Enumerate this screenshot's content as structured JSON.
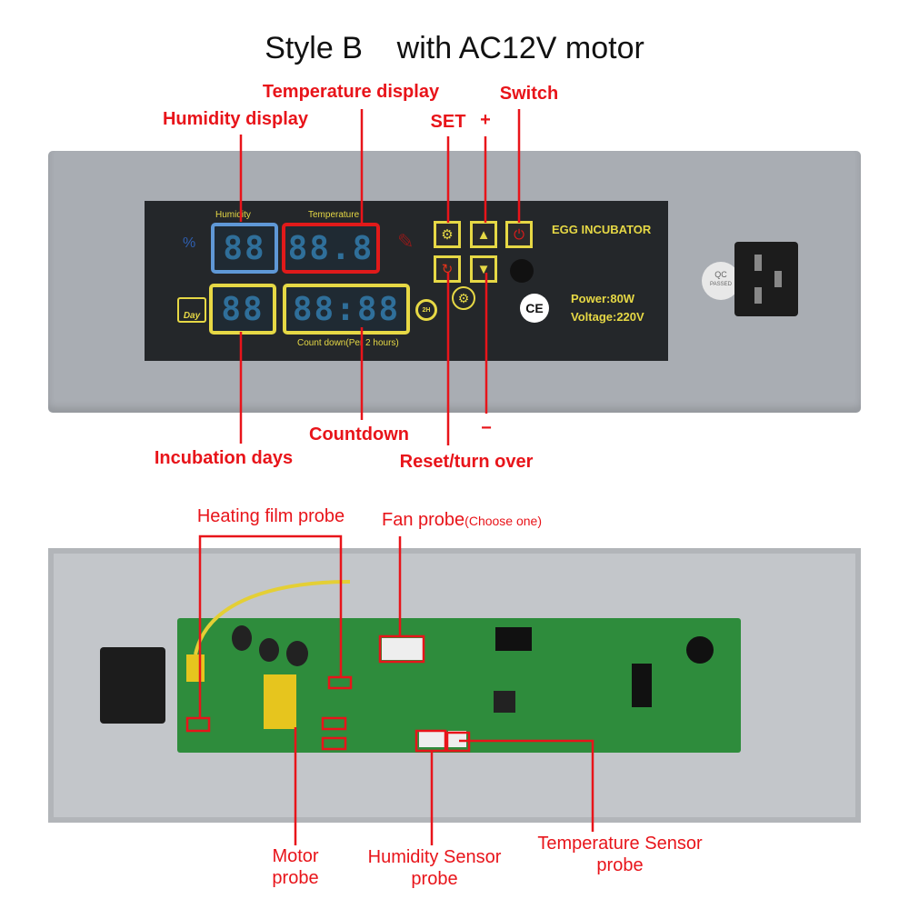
{
  "title": "Style B    with AC12V motor",
  "top_labels": {
    "temperature_display": "Temperature display",
    "humidity_display": "Humidity display",
    "set": "SET",
    "plus": "+",
    "switch": "Switch",
    "incubation_days": "Incubation days",
    "countdown": "Countdown",
    "reset": "Reset/turn over",
    "minus": "−"
  },
  "display": {
    "humidity": "Humidity",
    "temperature": "Temperature",
    "humidity_digits": "88",
    "temperature_digits": "88.8",
    "day_digits": "88",
    "countdown_digits": "88:88",
    "countdown_caption": "Count down(Per 2 hours)",
    "day_icon": "Day",
    "brand": "EGG INCUBATOR",
    "power": "Power:80W",
    "voltage": "Voltage:220V",
    "ce": "CE",
    "timer_badge": "2H"
  },
  "qc_sticker": {
    "line1": "QC",
    "line2": "PASSED"
  },
  "bottom_labels": {
    "heating_film_probe": "Heating film probe",
    "fan_probe": "Fan probe",
    "fan_probe_note": "(Choose one)",
    "motor_probe_1": "Motor",
    "motor_probe_2": "probe",
    "humidity_sensor_1": "Humidity Sensor",
    "humidity_sensor_2": "probe",
    "temperature_sensor_1": "Temperature Sensor",
    "temperature_sensor_2": "probe"
  },
  "colors": {
    "annotation": "#e8141a",
    "panel": "#a9adb3",
    "display": "#24272a",
    "pcb": "#2e8c3c",
    "accent_yellow": "#e6d845"
  }
}
